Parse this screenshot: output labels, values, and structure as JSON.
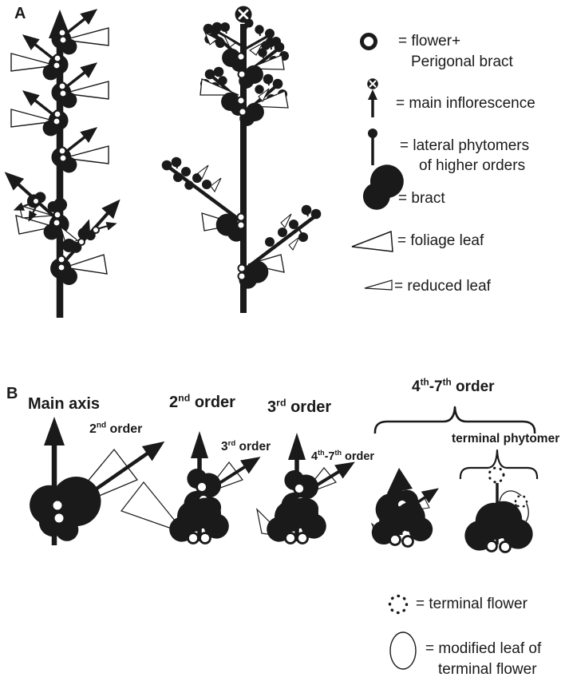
{
  "colors": {
    "ink": "#1a1a1a",
    "bg": "#ffffff"
  },
  "panelA": {
    "label": "A",
    "legend": {
      "flower": {
        "line1": "= flower+",
        "line2": "Perigonal bract"
      },
      "main_inflorescence": "= main inflorescence",
      "lateral_phytomers": {
        "line1": "= lateral phytomers",
        "line2": "of higher orders"
      },
      "bract": "= bract",
      "foliage_leaf": "= foliage leaf",
      "reduced_leaf": "= reduced leaf"
    }
  },
  "panelB": {
    "label": "B",
    "headers": {
      "main_axis": "Main axis",
      "order2": {
        "n": "2",
        "sup": "nd",
        "rest": " order"
      },
      "order3": {
        "n": "3",
        "sup": "rd",
        "rest": " order"
      },
      "order47": {
        "n1": "4",
        "sup1": "th",
        "n2": "-7",
        "sup2": "th",
        "rest": " order"
      },
      "terminal_phytomer": "terminal phytomer"
    },
    "branch_labels": {
      "order2": {
        "n": "2",
        "sup": "nd",
        "rest": " order"
      },
      "order3": {
        "n": "3",
        "sup": "rd",
        "rest": " order"
      },
      "order47": {
        "n1": "4",
        "sup1": "th",
        "n2": "-7",
        "sup2": "th",
        "rest": " order"
      }
    },
    "legend": {
      "terminal_flower": "= terminal flower",
      "modified_leaf": {
        "line1": "= modified leaf of",
        "line2": "terminal flower"
      }
    }
  }
}
